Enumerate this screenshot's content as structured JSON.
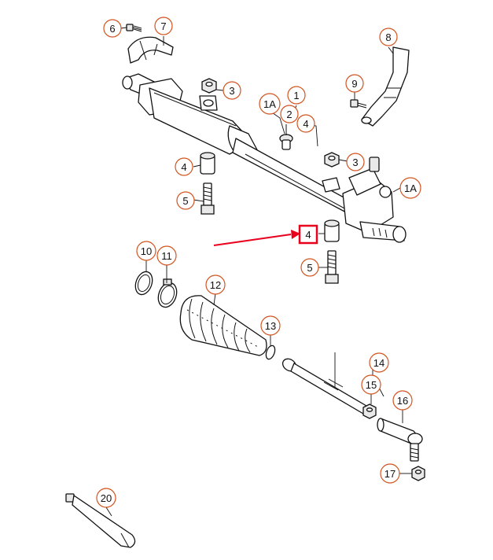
{
  "callouts": [
    {
      "id": "c6",
      "label": "6"
    },
    {
      "id": "c7",
      "label": "7"
    },
    {
      "id": "c8",
      "label": "8"
    },
    {
      "id": "c3a",
      "label": "3"
    },
    {
      "id": "c1A_a",
      "label": "1A"
    },
    {
      "id": "c1",
      "label": "1"
    },
    {
      "id": "c2",
      "label": "2"
    },
    {
      "id": "c4a",
      "label": "4"
    },
    {
      "id": "c9",
      "label": "9"
    },
    {
      "id": "c4b",
      "label": "4"
    },
    {
      "id": "c3b",
      "label": "3"
    },
    {
      "id": "c1A_b",
      "label": "1A"
    },
    {
      "id": "c5a",
      "label": "5"
    },
    {
      "id": "c4c",
      "label": "4"
    },
    {
      "id": "c5b",
      "label": "5"
    },
    {
      "id": "c10",
      "label": "10"
    },
    {
      "id": "c11",
      "label": "11"
    },
    {
      "id": "c12",
      "label": "12"
    },
    {
      "id": "c13",
      "label": "13"
    },
    {
      "id": "c14",
      "label": "14"
    },
    {
      "id": "c15",
      "label": "15"
    },
    {
      "id": "c16",
      "label": "16"
    },
    {
      "id": "c17",
      "label": "17"
    },
    {
      "id": "c20",
      "label": "20"
    }
  ],
  "highlight": {
    "label": "4",
    "color": "#e8001c"
  },
  "colors": {
    "callout_ring": "#d2541f",
    "highlight": "#e8001c",
    "line": "#111111"
  }
}
